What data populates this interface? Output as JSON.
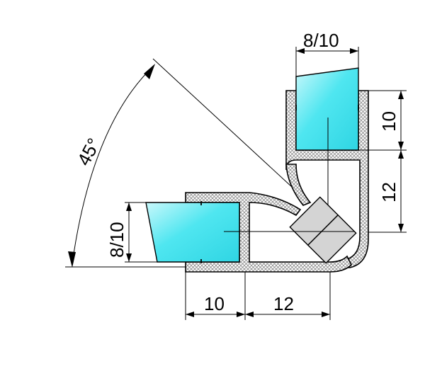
{
  "colors": {
    "glass": "#4fe6f0",
    "glass_light": "#c9f8fb",
    "profile_hatch": "#bdbdbd",
    "seal": "#d4d4d4",
    "line": "#000000"
  },
  "labels": {
    "angle": "45°",
    "top_glass_thickness": "8/10",
    "left_glass_thickness": "8/10",
    "top_upper_depth": "10",
    "top_lower_depth": "12",
    "bottom_left_depth": "10",
    "bottom_right_depth": "12"
  }
}
